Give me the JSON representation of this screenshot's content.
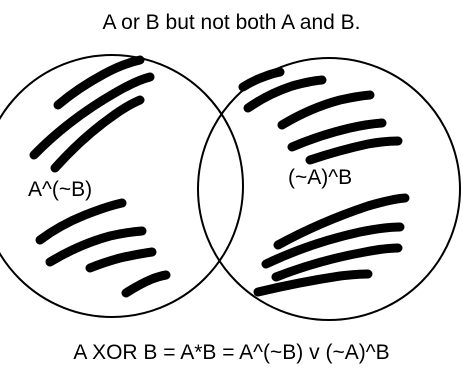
{
  "title": "A or B  but not both A and B.",
  "formula": "A XOR B = A*B = A^(~B) v (~A)^B",
  "regions": {
    "left_label": "A^(~B)",
    "right_label": "(~A)^B"
  },
  "colors": {
    "stroke": "#000000",
    "background": "#ffffff"
  }
}
